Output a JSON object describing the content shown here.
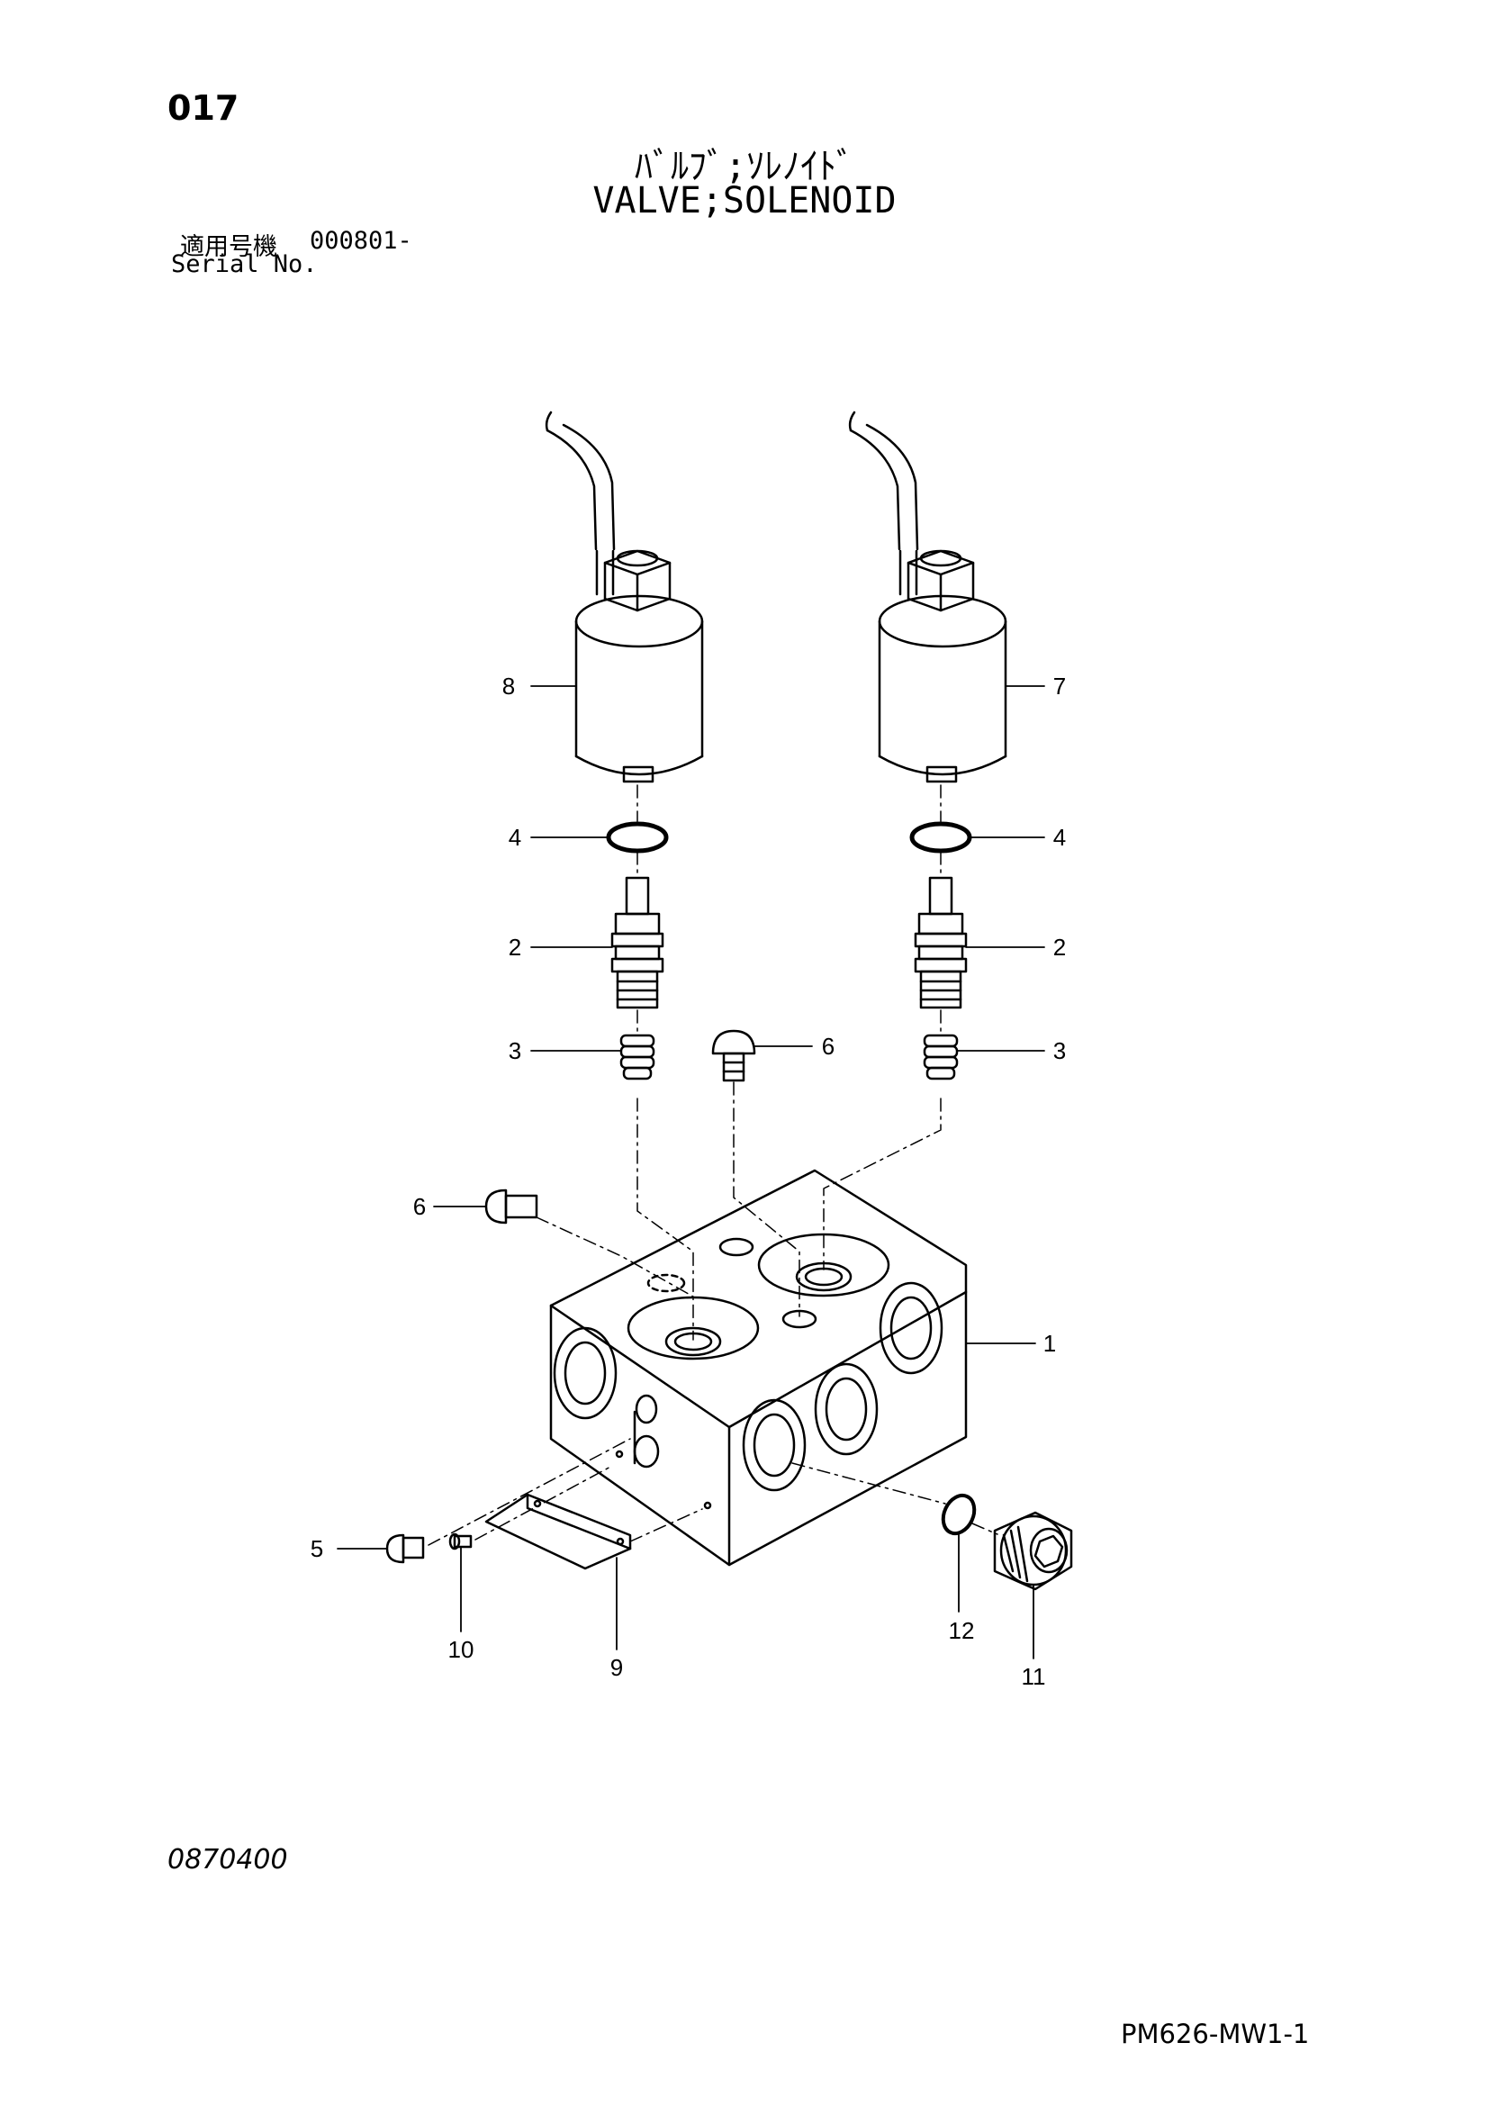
{
  "header": {
    "page_number": "017",
    "title_jp": "ﾊﾞﾙﾌﾞ;ｿﾚﾉｲﾄﾞ",
    "title_en": "VALVE;SOLENOID",
    "serial_label_jp": "適用号機",
    "serial_value": "000801-",
    "serial_label_en": "Serial No."
  },
  "footer": {
    "drawing_number": "0870400",
    "page_code": "PM626-MW1-1"
  },
  "callouts": {
    "c1": "1",
    "c2_left": "2",
    "c2_right": "2",
    "c3_left": "3",
    "c3_right": "3",
    "c4_left": "4",
    "c4_right": "4",
    "c5": "5",
    "c6_top": "6",
    "c6_left": "6",
    "c7": "7",
    "c8": "8",
    "c9": "9",
    "c10": "10",
    "c11": "11",
    "c12": "12"
  }
}
